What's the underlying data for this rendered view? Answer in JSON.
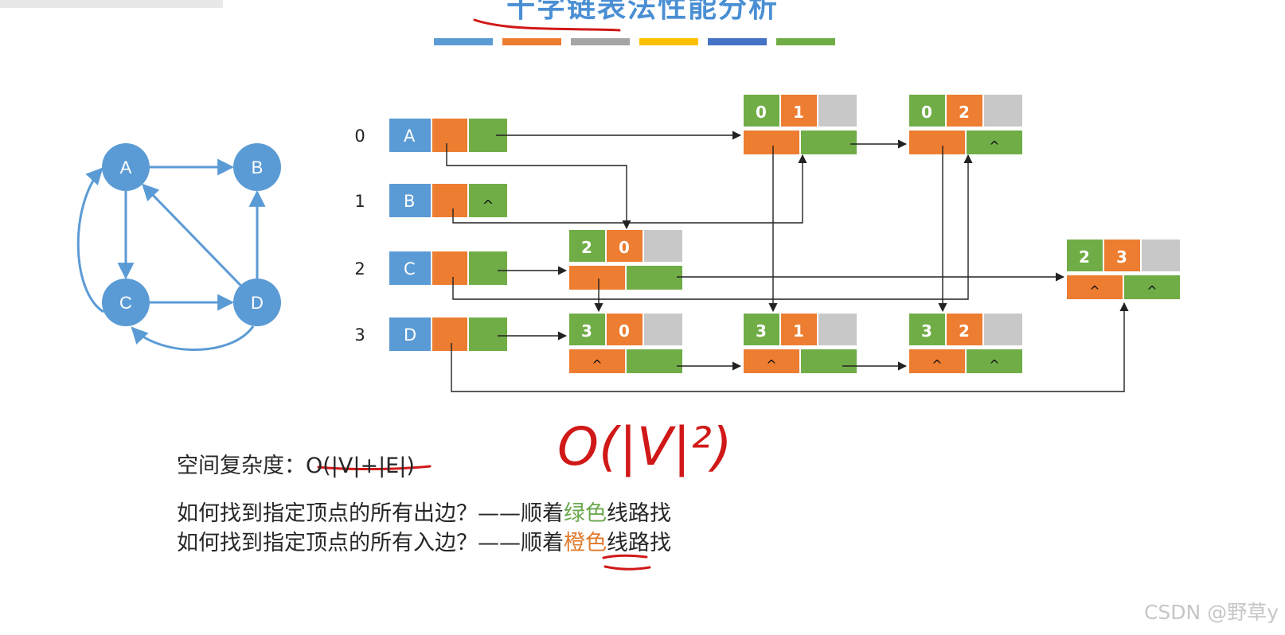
{
  "title": "十字链表法性能分析",
  "colors": {
    "bar": [
      "#5b9bd5",
      "#ed7d31",
      "#a5a5a5",
      "#ffc000",
      "#4472c4",
      "#70ad47"
    ],
    "blue": "#5b9bd5",
    "orange": "#ed7d31",
    "green": "#70ad47",
    "gray": "#c8c8c8",
    "pen": "#d11818"
  },
  "graph": {
    "nodes": [
      "A",
      "B",
      "C",
      "D"
    ],
    "edges": [
      [
        "A",
        "B"
      ],
      [
        "A",
        "C"
      ],
      [
        "C",
        "A"
      ],
      [
        "C",
        "D"
      ],
      [
        "D",
        "A"
      ],
      [
        "D",
        "B"
      ],
      [
        "D",
        "C"
      ]
    ]
  },
  "vertex_table": [
    {
      "index": "0",
      "name": "A",
      "firstout": ""
    },
    {
      "index": "1",
      "name": "B",
      "firstout": "^"
    },
    {
      "index": "2",
      "name": "C",
      "firstout": ""
    },
    {
      "index": "3",
      "name": "D",
      "firstout": ""
    }
  ],
  "arc_nodes": [
    {
      "tail": "0",
      "head": "1",
      "hlink": "",
      "tlink": ""
    },
    {
      "tail": "0",
      "head": "2",
      "hlink": "",
      "tlink": "^"
    },
    {
      "tail": "2",
      "head": "0",
      "hlink": "",
      "tlink": ""
    },
    {
      "tail": "2",
      "head": "3",
      "hlink": "^",
      "tlink": "^"
    },
    {
      "tail": "3",
      "head": "0",
      "hlink": "^",
      "tlink": ""
    },
    {
      "tail": "3",
      "head": "1",
      "hlink": "^",
      "tlink": ""
    },
    {
      "tail": "3",
      "head": "2",
      "hlink": "^",
      "tlink": "^"
    }
  ],
  "space": {
    "label": "空间复杂度：",
    "value": "O(|V|+|E|)"
  },
  "handwritten_note": "O(|V|²)",
  "q1": {
    "pre": "如何找到指定顶点的所有出边？——顺着",
    "hl": "绿色",
    "post": "线路找"
  },
  "q2": {
    "pre": "如何找到指定顶点的所有入边？——顺着",
    "hl": "橙色",
    "post": "线路找"
  },
  "watermark": "CSDN @野草y"
}
